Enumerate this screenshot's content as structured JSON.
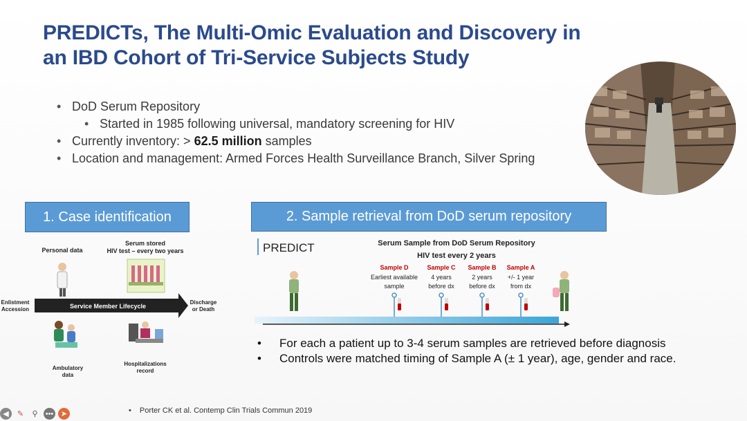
{
  "title": {
    "line1": "PREDICTs, The Multi-Omic Evaluation and Discovery in",
    "line2": "an IBD Cohort of Tri-Service Subjects Study"
  },
  "bullets": {
    "b1": "DoD Serum Repository",
    "b1_sub": "Started in 1985 following universal, mandatory screening for HIV",
    "b2_pre": "Currently inventory: > ",
    "b2_bold": "62.5 million",
    "b2_post": " samples",
    "b3": "Location and management:  Armed Forces Health Surveillance Branch, Silver Spring"
  },
  "box1": "1. Case identification",
  "box2": "2. Sample retrieval from DoD serum repository",
  "lifecycle": {
    "personal_data": "Personal data",
    "serum_stored_l1": "Serum stored",
    "serum_stored_l2": "HIV test – every two years",
    "enlistment_l1": "Enlistment",
    "enlistment_l2": "Accession",
    "arrow_label": "Service Member Lifecycle",
    "discharge_l1": "Discharge",
    "discharge_l2": "or Death",
    "ambulatory_l1": "Ambulatory",
    "ambulatory_l2": "data",
    "hosp_l1": "Hospitalizations",
    "hosp_l2": "record"
  },
  "timeline": {
    "predict_label": "PREDICT",
    "header_l1": "Serum Sample from DoD Serum Repository",
    "header_l2": "HIV test every 2 years",
    "samples": [
      {
        "name": "Sample D",
        "l1": "Earliest available",
        "l2": "sample"
      },
      {
        "name": "Sample C",
        "l1": "4 years",
        "l2": "before dx"
      },
      {
        "name": "Sample B",
        "l1": "2 years",
        "l2": "before dx"
      },
      {
        "name": "Sample A",
        "l1": "+/- 1 year",
        "l2": "from dx"
      }
    ]
  },
  "bottom_bullets": {
    "b1": "For each a patient up to 3-4 serum samples are retrieved before diagnosis",
    "b2": "Controls were matched timing of Sample A (± 1 year), age, gender and race."
  },
  "reference": "Porter CK et al. Contemp Clin Trials Commun 2019",
  "bullet_char": "•",
  "toolbar_icons": [
    "back-arrow-icon",
    "pen-icon",
    "zoom-icon",
    "more-icon",
    "pointer-icon"
  ],
  "colors": {
    "title": "#2a4a8c",
    "box_fill": "#5b9bd5",
    "sample_red": "#c00000"
  }
}
